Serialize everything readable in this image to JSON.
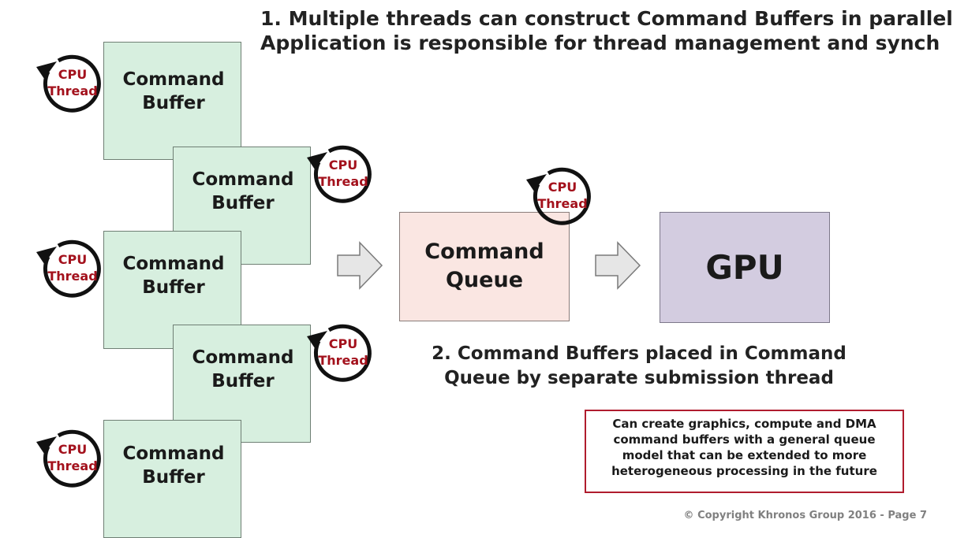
{
  "title": {
    "line1": "1. Multiple threads can construct Command Buffers in parallel",
    "line2": "Application is responsible for thread management and synch"
  },
  "command_buffers": [
    {
      "line1": "Command",
      "line2": "Buffer"
    },
    {
      "line1": "Command",
      "line2": "Buffer"
    },
    {
      "line1": "Command",
      "line2": "Buffer"
    },
    {
      "line1": "Command",
      "line2": "Buffer"
    },
    {
      "line1": "Command",
      "line2": "Buffer"
    }
  ],
  "cpu_thread": {
    "line1": "CPU",
    "line2": "Thread"
  },
  "command_queue": {
    "line1": "Command",
    "line2": "Queue"
  },
  "gpu": {
    "label": "GPU"
  },
  "step2": {
    "line1": "2. Command Buffers placed in Command",
    "line2": "Queue by separate submission thread"
  },
  "note": {
    "text": "Can create graphics, compute and DMA command buffers with a general queue model that can be extended to more heterogeneous processing in the future"
  },
  "copyright": "© Copyright Khronos Group 2016 - Page 7",
  "colors": {
    "buffer_fill": "#d7efdf",
    "queue_fill": "#fae6e2",
    "gpu_fill": "#d3cce0",
    "cpu_text": "#a3111c",
    "note_border": "#b01c2e"
  }
}
